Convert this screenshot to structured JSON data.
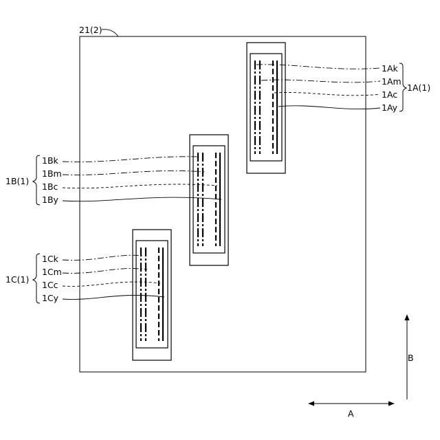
{
  "sheet_label": "21(2)",
  "units": [
    {
      "group_label": "1A(1)",
      "heads": [
        {
          "label": "1Ak",
          "style": "dashdot"
        },
        {
          "label": "1Am",
          "style": "dashdot"
        },
        {
          "label": "1Ac",
          "style": "dashed"
        },
        {
          "label": "1Ay",
          "style": "solid"
        }
      ]
    },
    {
      "group_label": "1B(1)",
      "heads": [
        {
          "label": "1Bk",
          "style": "dashdot"
        },
        {
          "label": "1Bm",
          "style": "dashdot"
        },
        {
          "label": "1Bc",
          "style": "dashed"
        },
        {
          "label": "1By",
          "style": "solid"
        }
      ]
    },
    {
      "group_label": "1C(1)",
      "heads": [
        {
          "label": "1Ck",
          "style": "dashdot"
        },
        {
          "label": "1Cm",
          "style": "dashdot"
        },
        {
          "label": "1Cc",
          "style": "dashed"
        },
        {
          "label": "1Cy",
          "style": "solid"
        }
      ]
    }
  ],
  "direction_a_label": "A",
  "direction_b_label": "B"
}
